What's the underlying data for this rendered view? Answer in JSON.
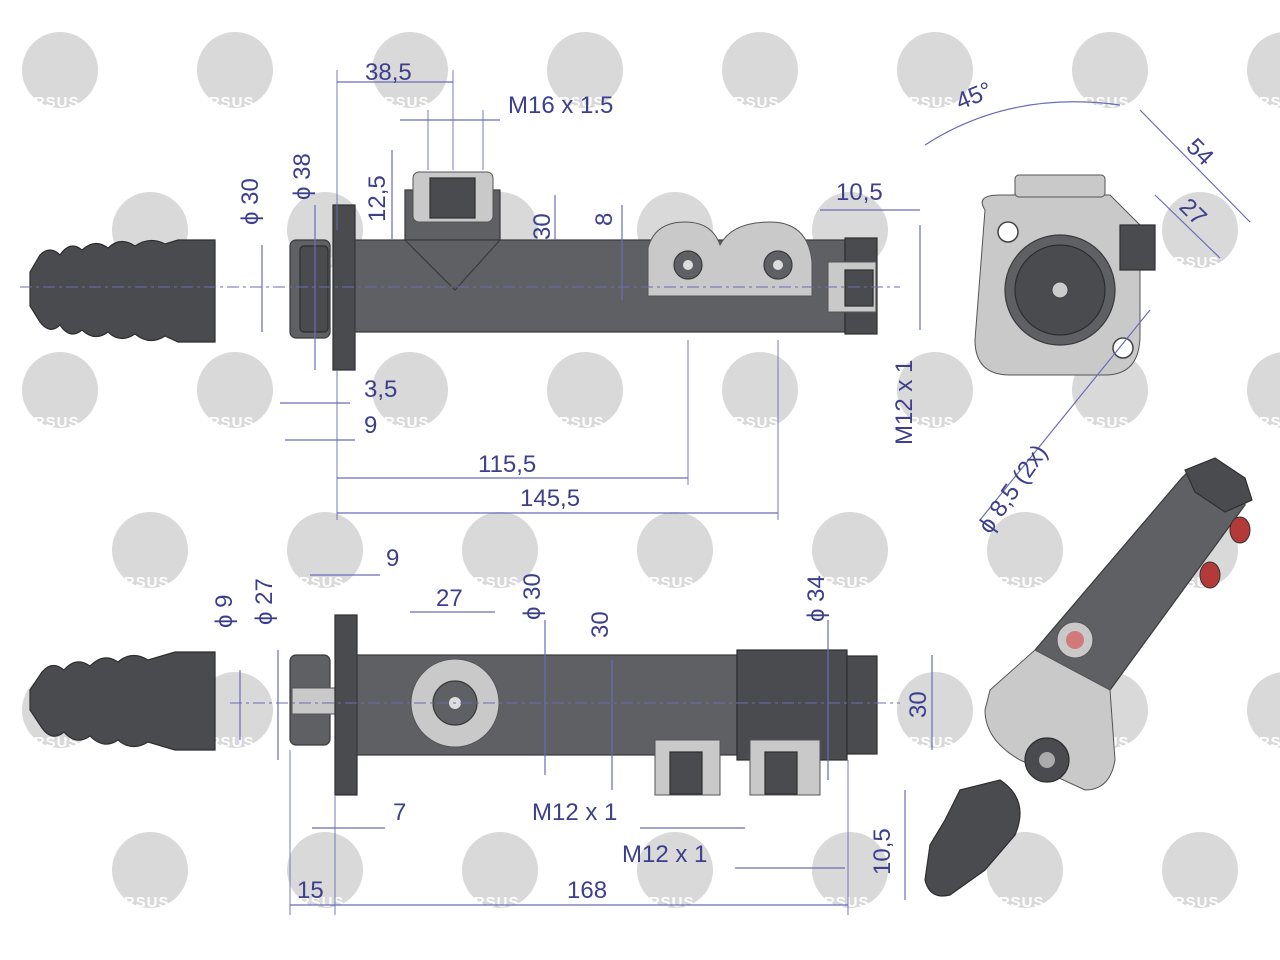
{
  "watermark": {
    "brand": "URSUS"
  },
  "top_view": {
    "dims": {
      "d38_5": "38,5",
      "thread_top": "M16 x 1.5",
      "d12_5": "12,5",
      "phi38": "ϕ 38",
      "phi30": "ϕ 30",
      "d30": "30",
      "d8": "8",
      "d10_5": "10,5",
      "d3_5": "3,5",
      "d9": "9",
      "d115_5": "115,5",
      "d145_5": "145,5",
      "thread_right": "M12 x 1"
    }
  },
  "flange_view": {
    "dims": {
      "angle": "45°",
      "d54": "54",
      "d27": "27",
      "holes": "ϕ 8,5  (2x)"
    }
  },
  "bottom_view": {
    "dims": {
      "phi9": "ϕ 9",
      "phi27": "ϕ 27",
      "d9": "9",
      "d27": "27",
      "phi30": "ϕ 30",
      "d30_mid": "30",
      "phi34": "ϕ 34",
      "d30_right": "30",
      "d7": "7",
      "thread_a": "M12 x 1",
      "thread_b": "M12 x 1",
      "d10_5": "10,5",
      "d15": "15",
      "d168": "168"
    }
  }
}
